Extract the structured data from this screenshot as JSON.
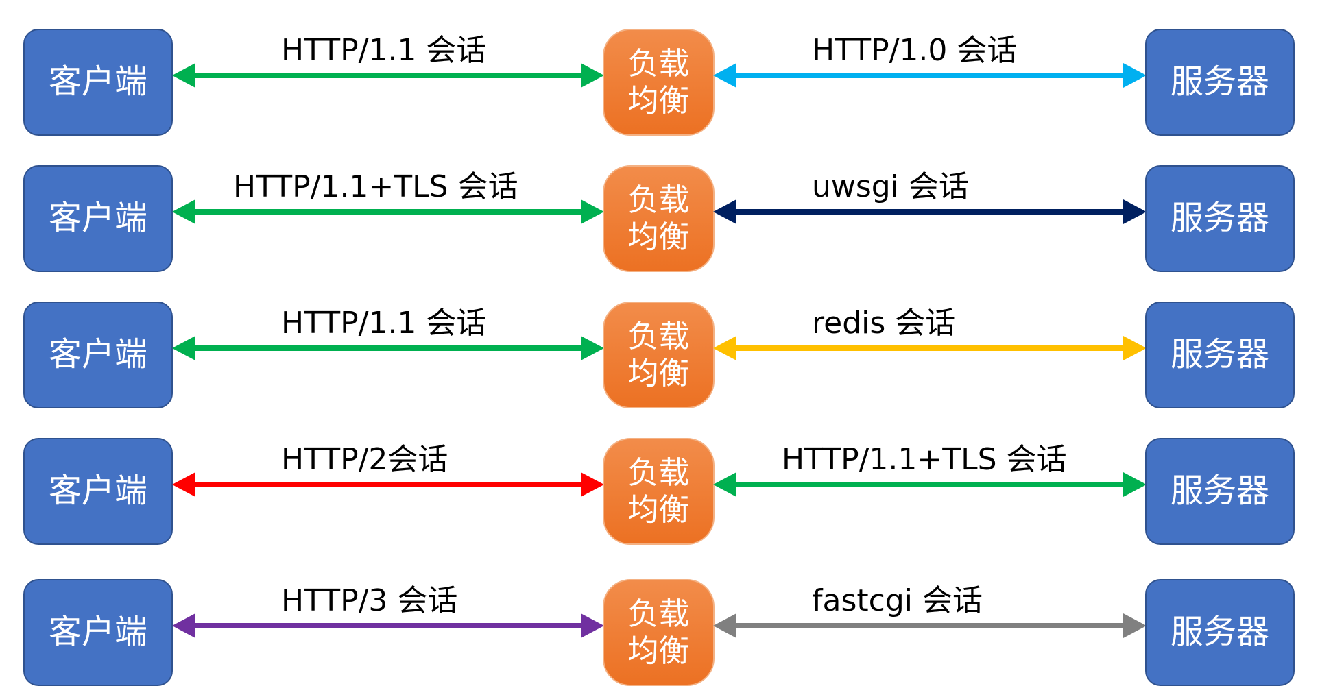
{
  "client_label": "客户端",
  "balancer_label": "负载均衡",
  "server_label": "服务器",
  "rows": [
    {
      "left": {
        "label": "HTTP/1.1 会话",
        "color": "#00b050"
      },
      "right": {
        "label": "HTTP/1.0 会话",
        "color": "#00b0f0"
      }
    },
    {
      "left": {
        "label": "HTTP/1.1+TLS 会话",
        "color": "#00b050"
      },
      "right": {
        "label": "uwsgi 会话",
        "color": "#002060"
      }
    },
    {
      "left": {
        "label": "HTTP/1.1 会话",
        "color": "#00b050"
      },
      "right": {
        "label": "redis 会话",
        "color": "#ffc000"
      }
    },
    {
      "left": {
        "label": "HTTP/2会话",
        "color": "#ff0000"
      },
      "right": {
        "label": "HTTP/1.1+TLS 会话",
        "color": "#00b050"
      }
    },
    {
      "left": {
        "label": "HTTP/3 会话",
        "color": "#7030a0"
      },
      "right": {
        "label": "fastcgi 会话",
        "color": "#808080"
      }
    }
  ]
}
